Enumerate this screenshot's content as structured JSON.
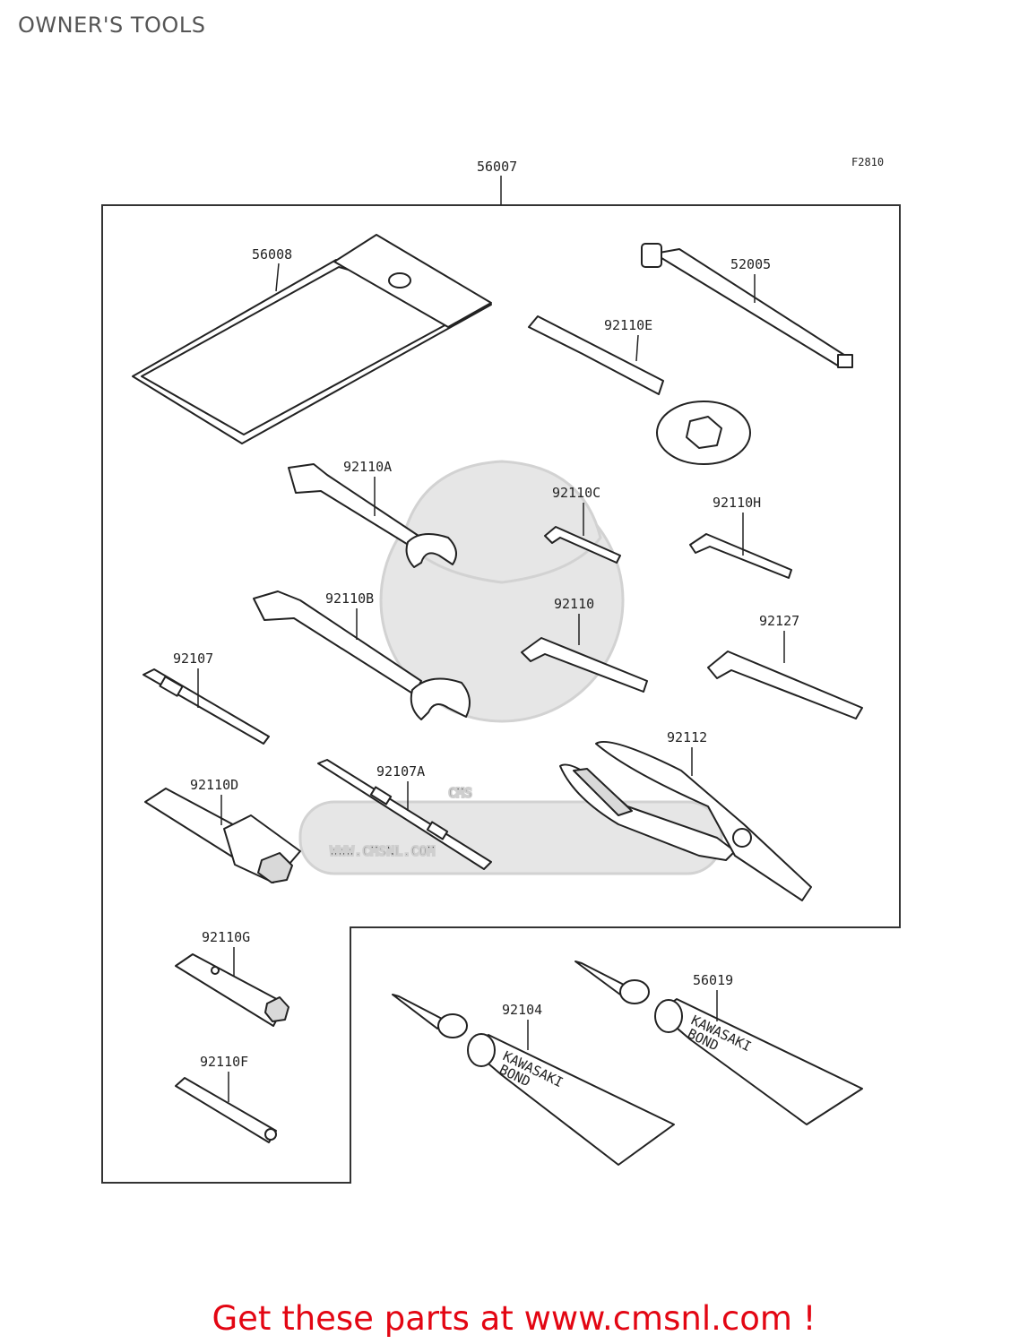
{
  "page_title": "OWNER'S TOOLS",
  "figure_code": "F2810",
  "kit_number": "56007",
  "parts": {
    "p56008": "56008",
    "p52005": "52005",
    "p92110E": "92110E",
    "p92110A": "92110A",
    "p92110C": "92110C",
    "p92110H": "92110H",
    "p92110B": "92110B",
    "p92110": "92110",
    "p92127": "92127",
    "p92107": "92107",
    "p92112": "92112",
    "p92110D": "92110D",
    "p92107A": "92107A",
    "p92110G": "92110G",
    "p92110F": "92110F",
    "p92104": "92104",
    "p56019": "56019"
  },
  "tube_labels": {
    "brand": "KAWASAKI",
    "product": "BOND"
  },
  "watermark": {
    "logo": "CMS",
    "url": "WWW.CMSNL.COM"
  },
  "footer_cta": "Get these parts at www.cmsnl.com !",
  "colors": {
    "cta": "#e30613",
    "title": "#555555"
  }
}
